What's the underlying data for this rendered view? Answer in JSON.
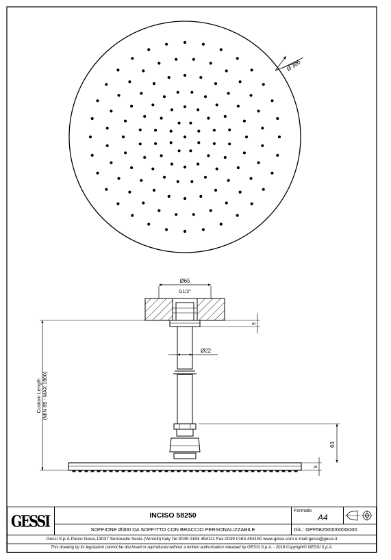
{
  "brand": {
    "logo_text": "GESSI"
  },
  "product": {
    "name": "INCISO 58250",
    "description": "SOFFIONE Ø300 DA SOFFITTO CON BRACCIO PERSONALIZZABILE"
  },
  "sheet": {
    "format_label": "Formato",
    "format_value": "A4",
    "drawing_number": "Dis.: GPF5825000000G000"
  },
  "company_info": "Gessi S.p.A.Parco Gessi,13037 Serravalle Sesia (Vercelli) Italy Tel.0039 0163 454111 Fax.0039 0163 453150 www.gessi.com e-mail:gessi@gessi.it",
  "legal_notice": "This drawing by its legislation cannot be disclosed or reproduced without a written authorization released by GESSI S.p.A. - 2018 Copyright© GESSI S.p.A.",
  "dimensions": {
    "head_diameter": "Ø 300",
    "flange_diameter": "Ø65",
    "thread": "G1/2\"",
    "arm_diameter": "Ø22",
    "ceiling_gap": "9",
    "head_height": "63",
    "head_thickness": "9",
    "custom_length_line1": "Custom Length",
    "custom_length_line2": "(MIN 85 - MAX 1800)"
  }
}
